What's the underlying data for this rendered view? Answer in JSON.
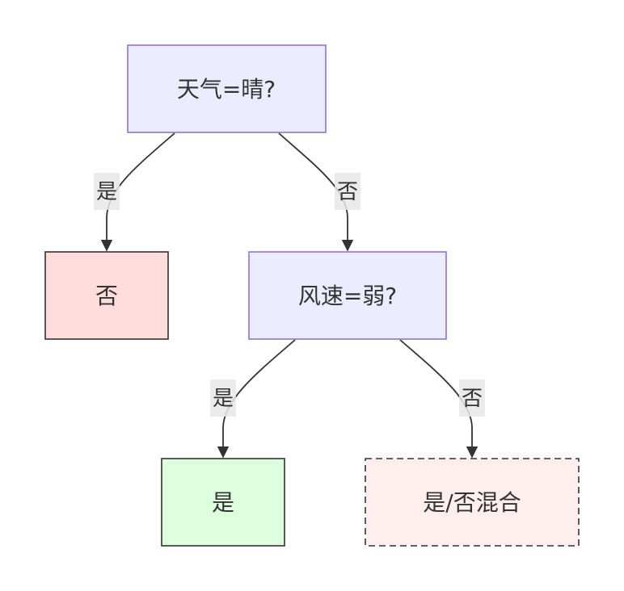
{
  "nodes": {
    "weather": {
      "label": "天气=晴?",
      "fill": "#ECECFF",
      "stroke": "#9370DB"
    },
    "no_root": {
      "label": "否",
      "fill": "#FFDDDD",
      "stroke": "#333333"
    },
    "wind": {
      "label": "风速=弱?",
      "fill": "#ECECFF",
      "stroke": "#9370DB"
    },
    "yes_leaf": {
      "label": "是",
      "fill": "#DDFFDD",
      "stroke": "#333333"
    },
    "mixed_leaf": {
      "label": "是/否混合",
      "fill": "#FFEEEE",
      "stroke": "#333333",
      "border": "dashed"
    }
  },
  "edges": {
    "weather_yes": {
      "label": "是"
    },
    "weather_no": {
      "label": "否"
    },
    "wind_yes": {
      "label": "是"
    },
    "wind_no": {
      "label": "否"
    }
  }
}
